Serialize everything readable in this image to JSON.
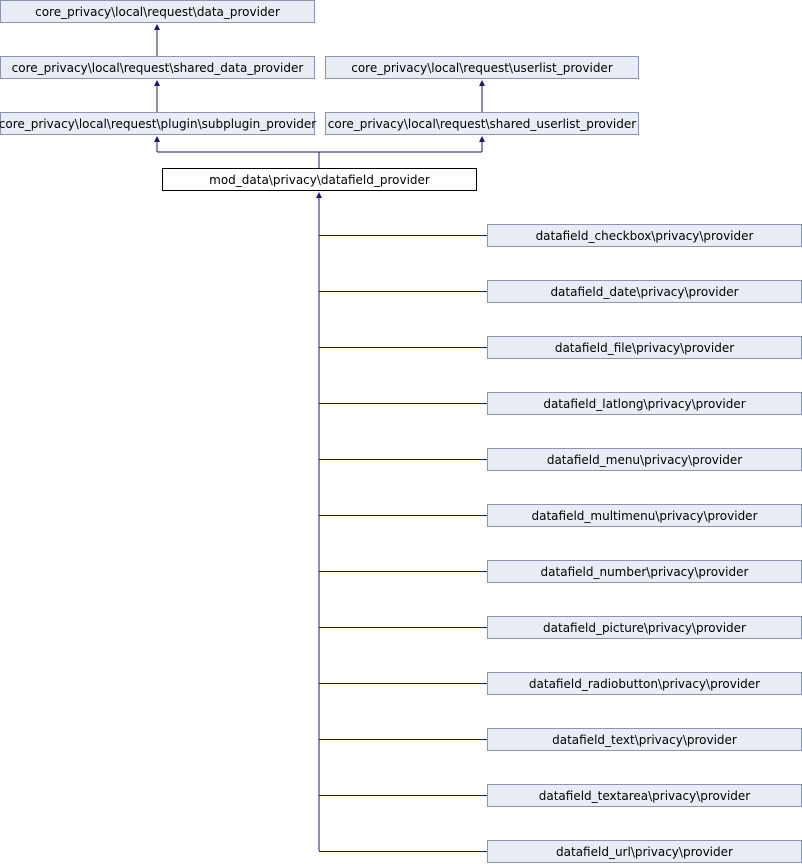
{
  "diagram": {
    "line_color": "#191970",
    "node_fill": "#e8ecf5",
    "node_border": "#8a94ad",
    "current_fill": "#ffffff",
    "current_border": "#000000",
    "nodes": {
      "data_provider": "core_privacy\\local\\request\\data_provider",
      "shared_data_provider": "core_privacy\\local\\request\\shared_data_provider",
      "userlist_provider": "core_privacy\\local\\request\\userlist_provider",
      "subplugin_provider": "core_privacy\\local\\request\\plugin\\subplugin_provider",
      "shared_userlist_provider": "core_privacy\\local\\request\\shared_userlist_provider",
      "datafield_provider": "mod_data\\privacy\\datafield_provider"
    },
    "subclasses": [
      "datafield_checkbox\\privacy\\provider",
      "datafield_date\\privacy\\provider",
      "datafield_file\\privacy\\provider",
      "datafield_latlong\\privacy\\provider",
      "datafield_menu\\privacy\\provider",
      "datafield_multimenu\\privacy\\provider",
      "datafield_number\\privacy\\provider",
      "datafield_picture\\privacy\\provider",
      "datafield_radiobutton\\privacy\\provider",
      "datafield_text\\privacy\\provider",
      "datafield_textarea\\privacy\\provider",
      "datafield_url\\privacy\\provider"
    ]
  }
}
